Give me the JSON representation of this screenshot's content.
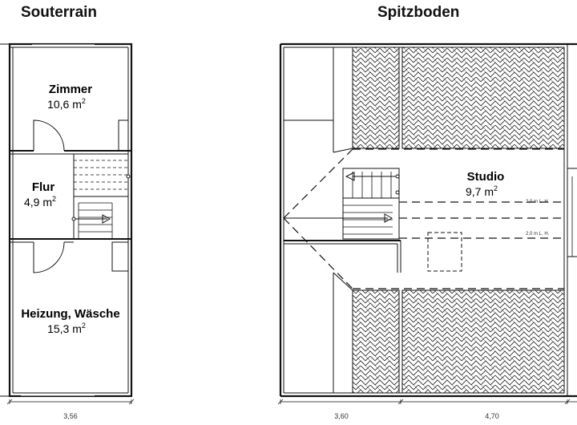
{
  "souterrain": {
    "title": "Souterrain",
    "rooms": [
      {
        "name": "Zimmer",
        "area": "10,6 m",
        "unit": "2"
      },
      {
        "name": "Flur",
        "area": "4,9 m",
        "unit": "2"
      },
      {
        "name": "Heizung, Wäsche",
        "area": "15,3 m",
        "unit": "2"
      }
    ],
    "dimension": "3,56"
  },
  "spitzboden": {
    "title": "Spitzboden",
    "rooms": [
      {
        "name": "Studio",
        "area": "9,7 m",
        "unit": "2"
      }
    ],
    "height_labels": [
      "2,0 m L. H.",
      "2,0 m L. H."
    ],
    "dimensions": [
      "3,60",
      "4,70"
    ]
  },
  "colors": {
    "line": "#111111",
    "hatch": "#222222",
    "background": "#ffffff"
  }
}
